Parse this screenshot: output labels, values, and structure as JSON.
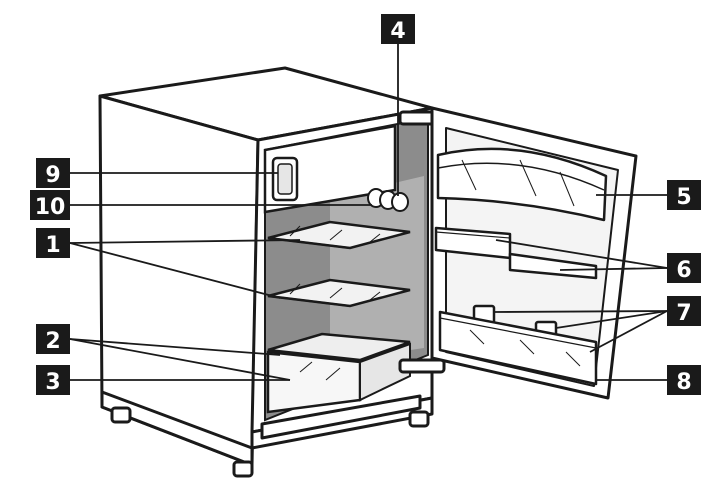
{
  "colors": {
    "label_bg": "#1a1a1a",
    "label_text": "#ffffff",
    "outline": "#1a1a1a",
    "cabinet_fill": "#ffffff",
    "interior_fill": "#8c8c8c",
    "interior_light": "#b5b5b5"
  },
  "callouts": [
    {
      "id": "1",
      "label": "1"
    },
    {
      "id": "2",
      "label": "2"
    },
    {
      "id": "3",
      "label": "3"
    },
    {
      "id": "4",
      "label": "4"
    },
    {
      "id": "5",
      "label": "5"
    },
    {
      "id": "6",
      "label": "6"
    },
    {
      "id": "7",
      "label": "7"
    },
    {
      "id": "8",
      "label": "8"
    },
    {
      "id": "9",
      "label": "9"
    },
    {
      "id": "10",
      "label": "10"
    }
  ]
}
